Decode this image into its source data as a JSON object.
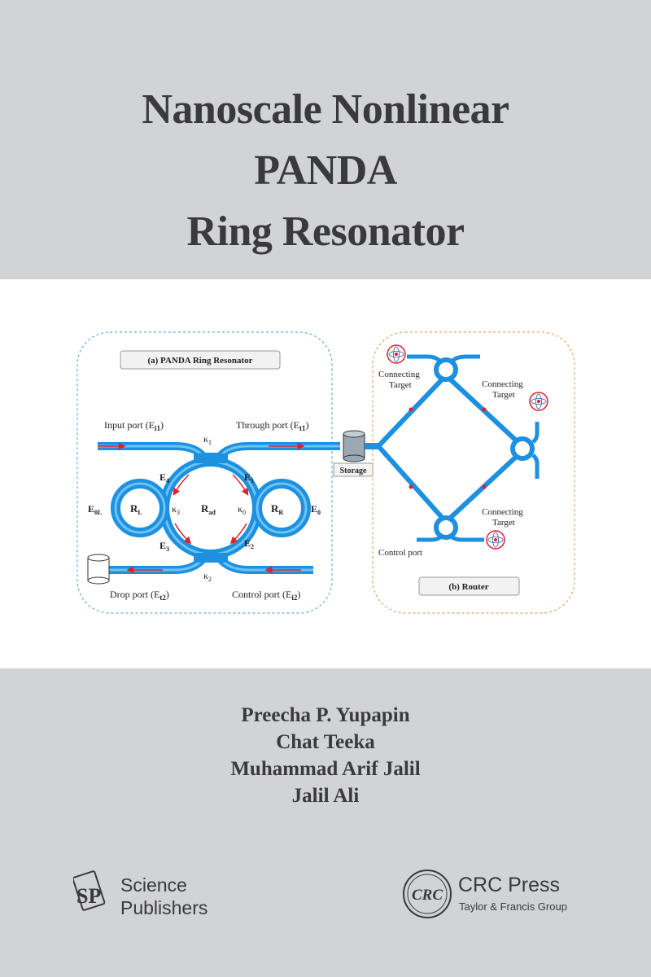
{
  "title": {
    "line1": "Nanoscale Nonlinear",
    "line2": "PANDA",
    "line3": "Ring Resonator"
  },
  "figure": {
    "panel_a": {
      "label": "(a) PANDA Ring Resonator",
      "input_port": "Input port (E",
      "input_sub": "i1",
      "through_port": "Through port (E",
      "through_sub": "t1",
      "drop_port": "Drop port (E",
      "drop_sub": "t2",
      "control_port": "Control port (E",
      "control_sub": "i2",
      "storage": "Storage",
      "kappa1": "κ",
      "kappa1_sub": "1",
      "kappa2": "κ",
      "kappa2_sub": "2",
      "kappa3": "κ",
      "kappa3_sub": "3",
      "kappa0": "κ",
      "kappa0_sub": "0",
      "e1": "E",
      "e1_sub": "1",
      "e2": "E",
      "e2_sub": "2",
      "e3": "E",
      "e3_sub": "3",
      "e4": "E",
      "e4_sub": "4",
      "e0": "E",
      "e0_sub": "0",
      "e0l": "E",
      "e0l_sub": "0L",
      "rl": "R",
      "rl_sub": "L",
      "rr": "R",
      "rr_sub": "R",
      "rad": "R",
      "rad_sub": "ad"
    },
    "panel_b": {
      "label": "(b) Router",
      "target_1": [
        "Connecting",
        "Target"
      ],
      "target_2": [
        "Connecting",
        "Target"
      ],
      "target_3": [
        "Connecting",
        "Target"
      ],
      "control_port": "Control port"
    },
    "colors": {
      "waveguide": "#1e90e0",
      "waveguide_light": "#6cc4f5",
      "arrow": "#e0202a",
      "panel_a_border": "#6aa8d8",
      "panel_b_border": "#e8a060"
    }
  },
  "authors": [
    "Preecha P. Yupapin",
    "Chat Teeka",
    "Muhammad Arif Jalil",
    "Jalil Ali"
  ],
  "publishers": {
    "sp_line1": "Science",
    "sp_line2": "Publishers",
    "sp_mark": "SP",
    "crc_mark": "CRC",
    "crc_name": "CRC Press",
    "crc_sub": "Taylor & Francis Group"
  },
  "background_color": "#d2d3d5"
}
